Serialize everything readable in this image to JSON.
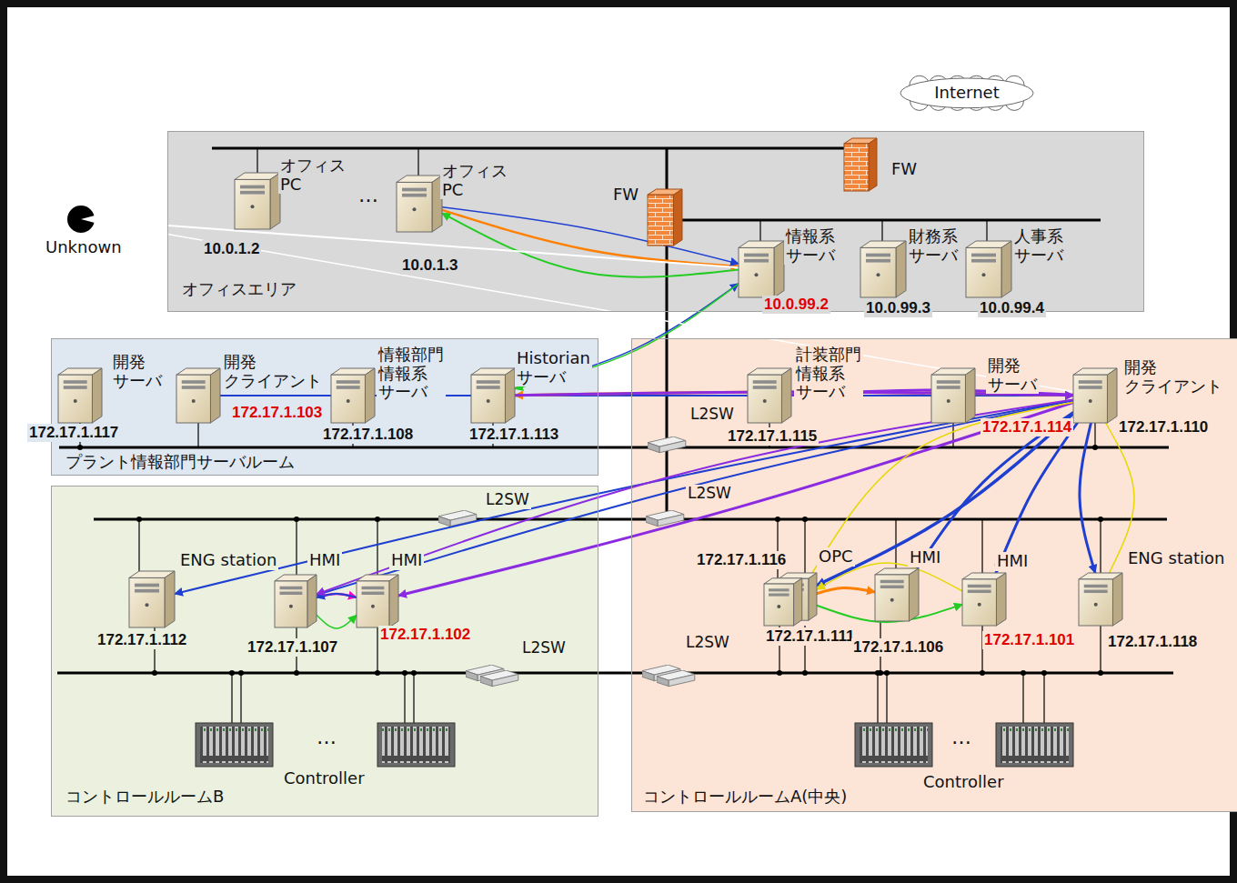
{
  "diagram": {
    "nodes": [
      {
        "text": [
          "Internet"
        ]
      },
      {
        "text": [
          "オフィスエリア"
        ]
      },
      {
        "text": [
          "FW"
        ],
        "in": 1
      },
      {
        "text": [
          "オフィス PC",
          "10.0.1.2"
        ],
        "in": 1
      },
      {
        "text": [
          "オフィス PC",
          "10.0.1.3"
        ],
        "in": 1
      },
      {
        "text": [
          "FW"
        ],
        "in": 1
      },
      {
        "text": [
          "情報系 サーバ",
          "10.0.99.2"
        ],
        "in": 1
      },
      {
        "text": [
          "財務系 サーバ",
          "10.0.99.3"
        ],
        "in": 1
      },
      {
        "text": [
          "人事系 サーバ",
          "10.0.99.4"
        ],
        "in": 1
      },
      {
        "text": [
          "Unknown"
        ]
      },
      {
        "text": [
          "プラント情報部門サーバルーム"
        ]
      },
      {
        "text": [
          "開発 サーバ",
          "172.17.1.117"
        ],
        "in": 10
      },
      {
        "text": [
          "開発 クライアント",
          "172.17.1.103"
        ],
        "in": 10
      },
      {
        "text": [
          "情報部門 情報系 サーバ",
          "172.17.1.108"
        ],
        "in": 10
      },
      {
        "text": [
          "Historian サーバ",
          "172.17.1.113"
        ],
        "in": 10
      },
      {
        "text": [
          "コントロールルームA(中央)"
        ]
      },
      {
        "text": [
          "計装部門 情報系 サーバ",
          "172.17.1.115"
        ],
        "in": 15
      },
      {
        "text": [
          "開発 サーバ",
          "172.17.1.114"
        ],
        "in": 15
      },
      {
        "text": [
          "開発 クライアント",
          "172.17.1.110"
        ],
        "in": 15
      },
      {
        "text": [
          "172.17.1.116",
          "OPC",
          "172.17.1.111"
        ],
        "in": 15
      },
      {
        "text": [
          "HMI",
          "172.17.1.106"
        ],
        "in": 15
      },
      {
        "text": [
          "HMI",
          "172.17.1.101"
        ],
        "in": 15
      },
      {
        "text": [
          "ENG station",
          "172.17.1.118"
        ],
        "in": 15
      },
      {
        "text": [
          "Controller"
        ],
        "in": 15
      },
      {
        "text": [
          "コントロールルームB"
        ]
      },
      {
        "text": [
          "ENG station",
          "172.17.1.112"
        ],
        "in": 24
      },
      {
        "text": [
          "HMI",
          "172.17.1.107"
        ],
        "in": 24
      },
      {
        "text": [
          "HMI",
          "172.17.1.102"
        ],
        "in": 24
      },
      {
        "text": [
          "Controller"
        ],
        "in": 24
      }
    ],
    "edges": [
      {
        "from": 6,
        "to": 4,
        "arrow": "to"
      },
      {
        "from": 4,
        "to": 6,
        "arrow": "to"
      },
      {
        "from": 4,
        "to": 6,
        "arrow": "to"
      },
      {
        "from": 14,
        "to": 6,
        "arrow": "to"
      },
      {
        "from": 6,
        "to": 14,
        "arrow": "to"
      },
      {
        "from": 9,
        "to": 6,
        "arrow": "none"
      },
      {
        "from": 9,
        "to": 18,
        "arrow": "none"
      },
      {
        "from": 12,
        "to": 18,
        "arrow": "to"
      },
      {
        "from": 18,
        "to": 14,
        "arrow": "to"
      },
      {
        "from": 14,
        "to": 18,
        "arrow": "to"
      },
      {
        "from": 18,
        "to": 16,
        "arrow": "to"
      },
      {
        "from": 18,
        "to": 25,
        "arrow": "to"
      },
      {
        "from": 18,
        "to": 26,
        "arrow": "to"
      },
      {
        "from": 18,
        "to": 27,
        "arrow": "to"
      },
      {
        "from": 18,
        "to": 19,
        "arrow": "to"
      },
      {
        "from": 18,
        "to": 20,
        "arrow": "to"
      },
      {
        "from": 18,
        "to": 21,
        "arrow": "to"
      },
      {
        "from": 18,
        "to": 22,
        "arrow": "to"
      },
      {
        "from": 18,
        "to": 19,
        "arrow": "none"
      },
      {
        "from": 18,
        "to": 22,
        "arrow": "none"
      },
      {
        "from": 19,
        "to": 20,
        "arrow": "to"
      },
      {
        "from": 19,
        "to": 21,
        "arrow": "to"
      },
      {
        "from": 21,
        "to": 19,
        "arrow": "to"
      },
      {
        "from": 26,
        "to": 27,
        "arrow": "to"
      },
      {
        "from": 27,
        "to": 26,
        "arrow": "to"
      },
      {
        "from": 26,
        "to": 27,
        "arrow": "to"
      },
      {
        "from": 18,
        "to": 26,
        "arrow": "to"
      }
    ],
    "labels": [
      "…",
      "…",
      "…",
      "L2SW",
      "L2SW",
      "L2SW",
      "L2SW",
      "L2SW"
    ]
  }
}
